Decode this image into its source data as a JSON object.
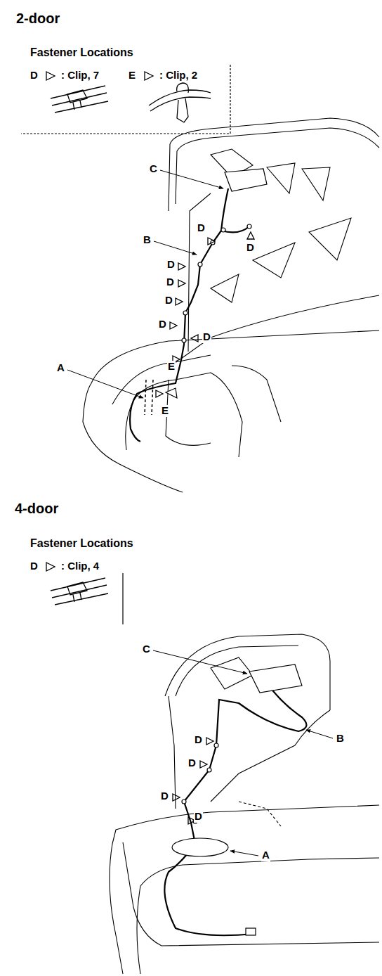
{
  "diagram": {
    "labels": [
      "2-door",
      "Fastener Locations",
      "D",
      ": Clip, 7",
      "E",
      ": Clip, 2",
      "C",
      "D",
      "D",
      "B",
      "D",
      "D",
      "D",
      "D",
      "D",
      "E",
      "A",
      "E",
      "4-door",
      "Fastener Locations",
      "D",
      ": Clip, 4",
      "C",
      "B",
      "D",
      "D",
      "D",
      "D",
      "A"
    ]
  }
}
